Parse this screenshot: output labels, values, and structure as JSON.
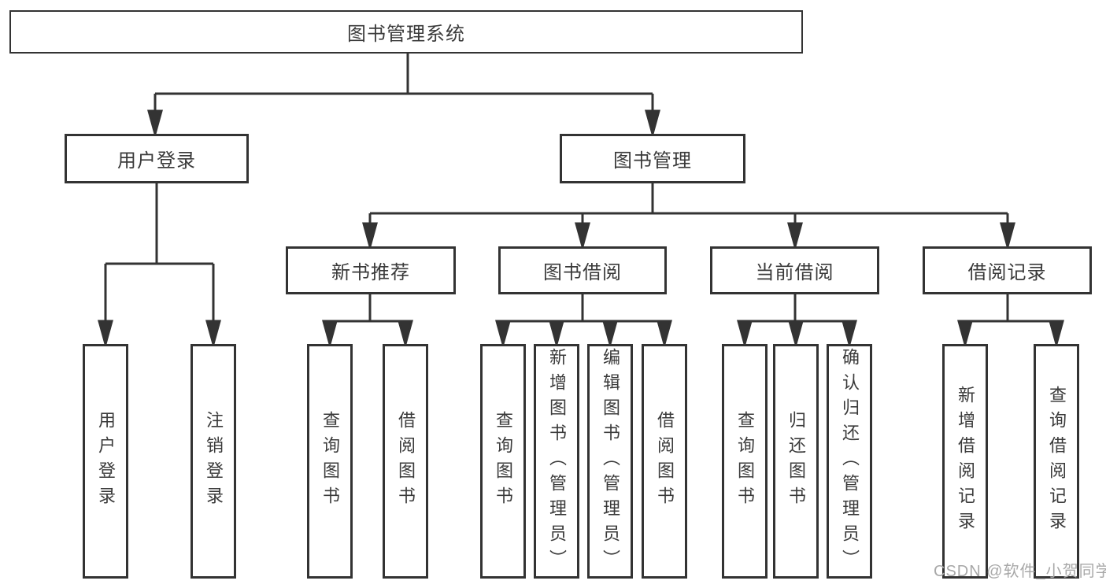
{
  "diagram": {
    "root": {
      "label": "图书管理系统"
    },
    "branches": [
      {
        "label": "用户登录",
        "children": [
          {
            "label": "用户登录"
          },
          {
            "label": "注销登录"
          }
        ]
      },
      {
        "label": "图书管理",
        "groups": [
          {
            "label": "新书推荐",
            "children": [
              {
                "label": "查询图书"
              },
              {
                "label": "借阅图书"
              }
            ]
          },
          {
            "label": "图书借阅",
            "children": [
              {
                "label": "查询图书"
              },
              {
                "label": "新增图书（管理员）"
              },
              {
                "label": "编辑图书（管理员）"
              },
              {
                "label": "借阅图书"
              }
            ]
          },
          {
            "label": "当前借阅",
            "children": [
              {
                "label": "查询图书"
              },
              {
                "label": "归还图书"
              },
              {
                "label": "确认归还（管理员）"
              }
            ]
          },
          {
            "label": "借阅记录",
            "children": [
              {
                "label": "新增借阅记录"
              },
              {
                "label": "查询借阅记录"
              }
            ]
          }
        ]
      }
    ],
    "watermark": "CSDN @软件_小贺同学",
    "colors": {
      "line": "#333333",
      "box_border": "#333333",
      "box_fill": "#ffffff",
      "text": "#3a3a3a",
      "watermark": "#a8a8a8",
      "background": "#ffffff"
    }
  }
}
